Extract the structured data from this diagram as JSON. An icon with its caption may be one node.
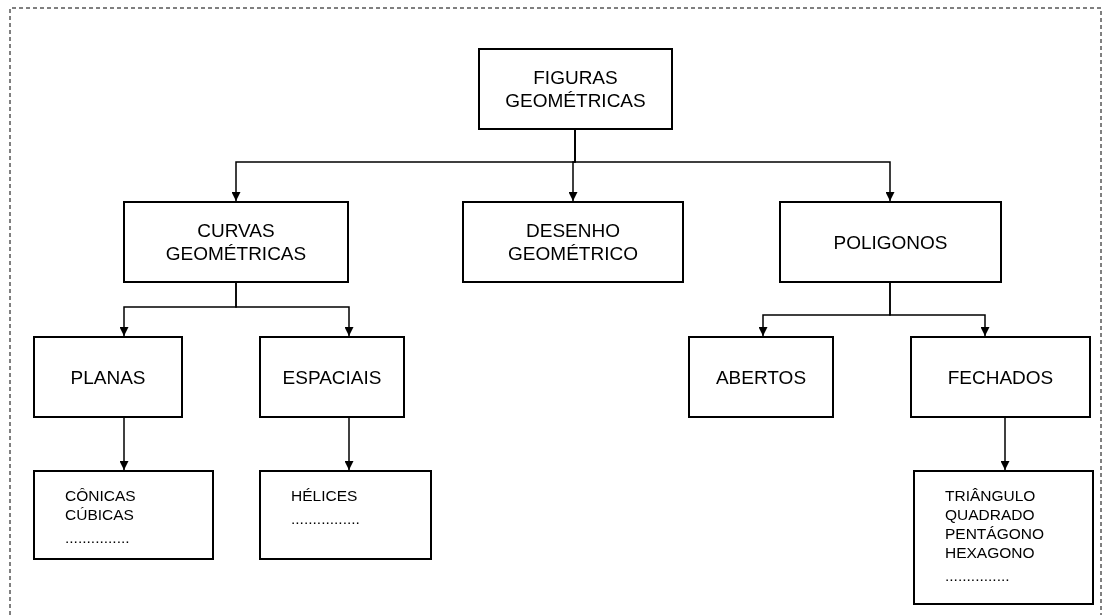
{
  "diagram": {
    "nodes": [
      {
        "text": [
          "FIGURAS GEOMÉTRICAS"
        ]
      },
      {
        "text": [
          "CURVAS GEOMÉTRICAS"
        ]
      },
      {
        "text": [
          "DESENHO GEOMÉTRICO"
        ]
      },
      {
        "text": [
          "POLIGONOS"
        ]
      },
      {
        "text": [
          "PLANAS"
        ]
      },
      {
        "text": [
          "ESPACIAIS"
        ]
      },
      {
        "text": [
          "ABERTOS"
        ]
      },
      {
        "text": [
          "FECHADOS"
        ]
      },
      {
        "text": [
          "CÔNICAS",
          "CÚBICAS",
          "..............."
        ]
      },
      {
        "text": [
          "HÉLICES",
          "................"
        ]
      },
      {
        "text": [
          "TRIÂNGULO",
          "QUADRADO",
          "PENTÁGONO",
          "HEXAGONO",
          "..............."
        ]
      }
    ],
    "edges": [
      {
        "from": 0,
        "to": 1,
        "arrow": "to"
      },
      {
        "from": 0,
        "to": 2,
        "arrow": "to"
      },
      {
        "from": 0,
        "to": 3,
        "arrow": "to"
      },
      {
        "from": 1,
        "to": 4,
        "arrow": "to"
      },
      {
        "from": 1,
        "to": 5,
        "arrow": "to"
      },
      {
        "from": 3,
        "to": 6,
        "arrow": "to"
      },
      {
        "from": 3,
        "to": 7,
        "arrow": "to"
      },
      {
        "from": 4,
        "to": 8,
        "arrow": "to"
      },
      {
        "from": 5,
        "to": 9,
        "arrow": "to"
      },
      {
        "from": 7,
        "to": 10,
        "arrow": "to"
      }
    ]
  }
}
